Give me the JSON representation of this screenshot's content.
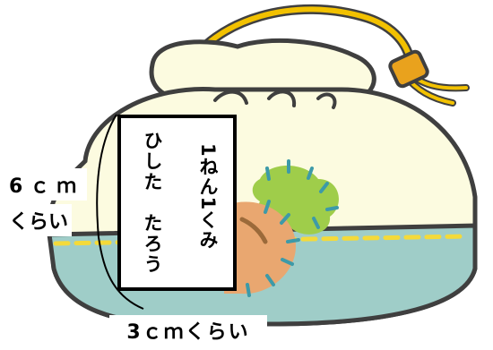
{
  "measurements": {
    "height_line1": "6ｃｍ",
    "height_line2": "くらい",
    "width": "3ｃｍくらい"
  },
  "name_tag": {
    "class_text": "1ねん1くみ",
    "name_text": "ひした　たろう"
  },
  "colors": {
    "pouch_cream": "#fcfbe0",
    "band_teal": "#9fcdc8",
    "outline": "#3f3f3f",
    "cord_yellow": "#f2c100",
    "stitch_yellow": "#f4da3a",
    "bead_orange": "#e9a21d",
    "leaf_green": "#9fcd4a",
    "patch_orange": "#e9a770",
    "stitch_teal": "#3d9aa8"
  },
  "icons": [
    "drawstring-pouch-illustration"
  ]
}
